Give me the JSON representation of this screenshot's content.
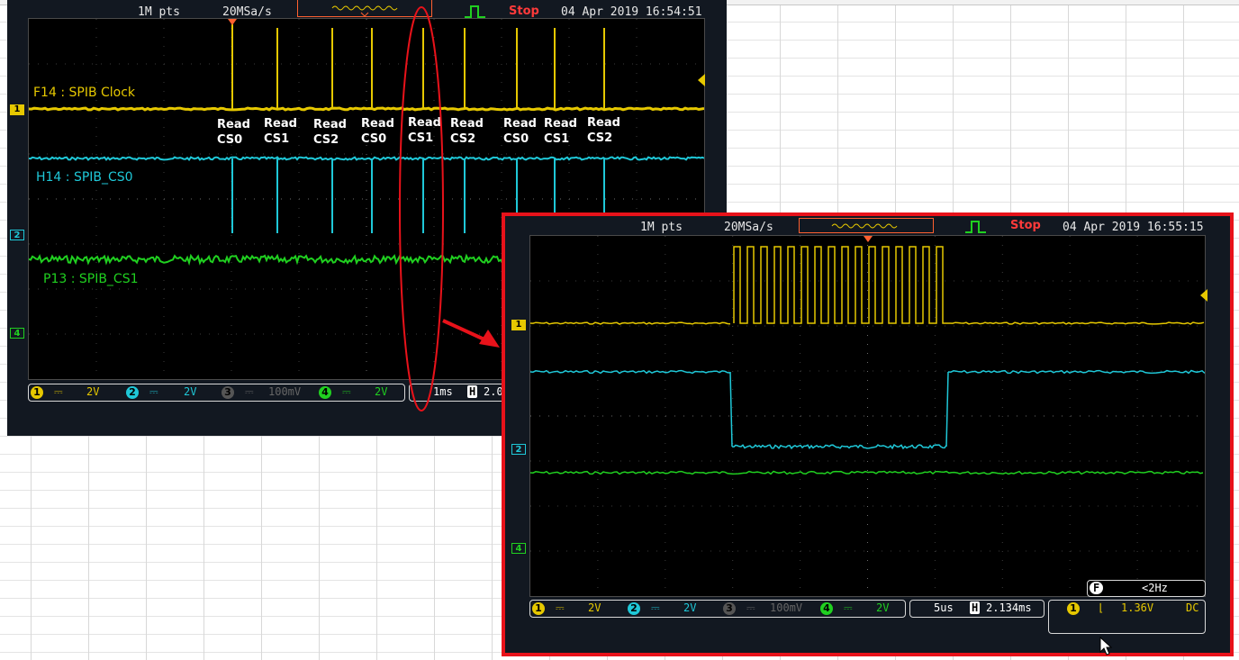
{
  "colors": {
    "ch1": "#e6c800",
    "ch2": "#1fc8d8",
    "ch3": "#808080",
    "ch4": "#20d020",
    "stop": "#ff3a3a",
    "highlight": "#e8121a"
  },
  "scope_main": {
    "points": "1M pts",
    "sample_rate": "20MSa/s",
    "status": "Stop",
    "timestamp": "04 Apr 2019 16:54:51",
    "labels": {
      "ch1": "F14 : SPIB Clock",
      "ch2": "H14 : SPIB_CS0",
      "ch3": "P13 : SPIB_CS1"
    },
    "reads": [
      {
        "line1": "Read",
        "line2": "CS0"
      },
      {
        "line1": "Read",
        "line2": "CS1"
      },
      {
        "line1": "Read",
        "line2": "CS2"
      },
      {
        "line1": "Read",
        "line2": "CS0"
      },
      {
        "line1": "Read",
        "line2": "CS1"
      },
      {
        "line1": "Read",
        "line2": "CS2"
      },
      {
        "line1": "Read",
        "line2": "CS0"
      },
      {
        "line1": "Read",
        "line2": "CS1"
      },
      {
        "line1": "Read",
        "line2": "CS2"
      }
    ],
    "status_bar": {
      "ch1_num": "1",
      "ch1_scale": "2V",
      "ch2_num": "2",
      "ch2_scale": "2V",
      "ch3_num": "3",
      "ch3_scale": "100mV",
      "ch4_num": "4",
      "ch4_scale": "2V",
      "timebase": "1ms",
      "h_label": "H",
      "h_pos": "2.0"
    },
    "channel_markers": [
      "1",
      "2",
      "4"
    ]
  },
  "scope_zoom": {
    "points": "1M pts",
    "sample_rate": "20MSa/s",
    "status": "Stop",
    "timestamp": "04 Apr 2019 16:55:15",
    "freq_label": "F",
    "freq_value": "<2Hz",
    "status_bar": {
      "ch1_num": "1",
      "ch1_scale": "2V",
      "ch2_num": "2",
      "ch2_scale": "2V",
      "ch3_num": "3",
      "ch3_scale": "100mV",
      "ch4_num": "4",
      "ch4_scale": "2V",
      "timebase": "5us",
      "h_label": "H",
      "h_pos": "2.134ms",
      "trig_num": "1",
      "trig_level": "1.36V",
      "coupling": "DC"
    },
    "channel_markers": [
      "1",
      "2",
      "4"
    ]
  }
}
